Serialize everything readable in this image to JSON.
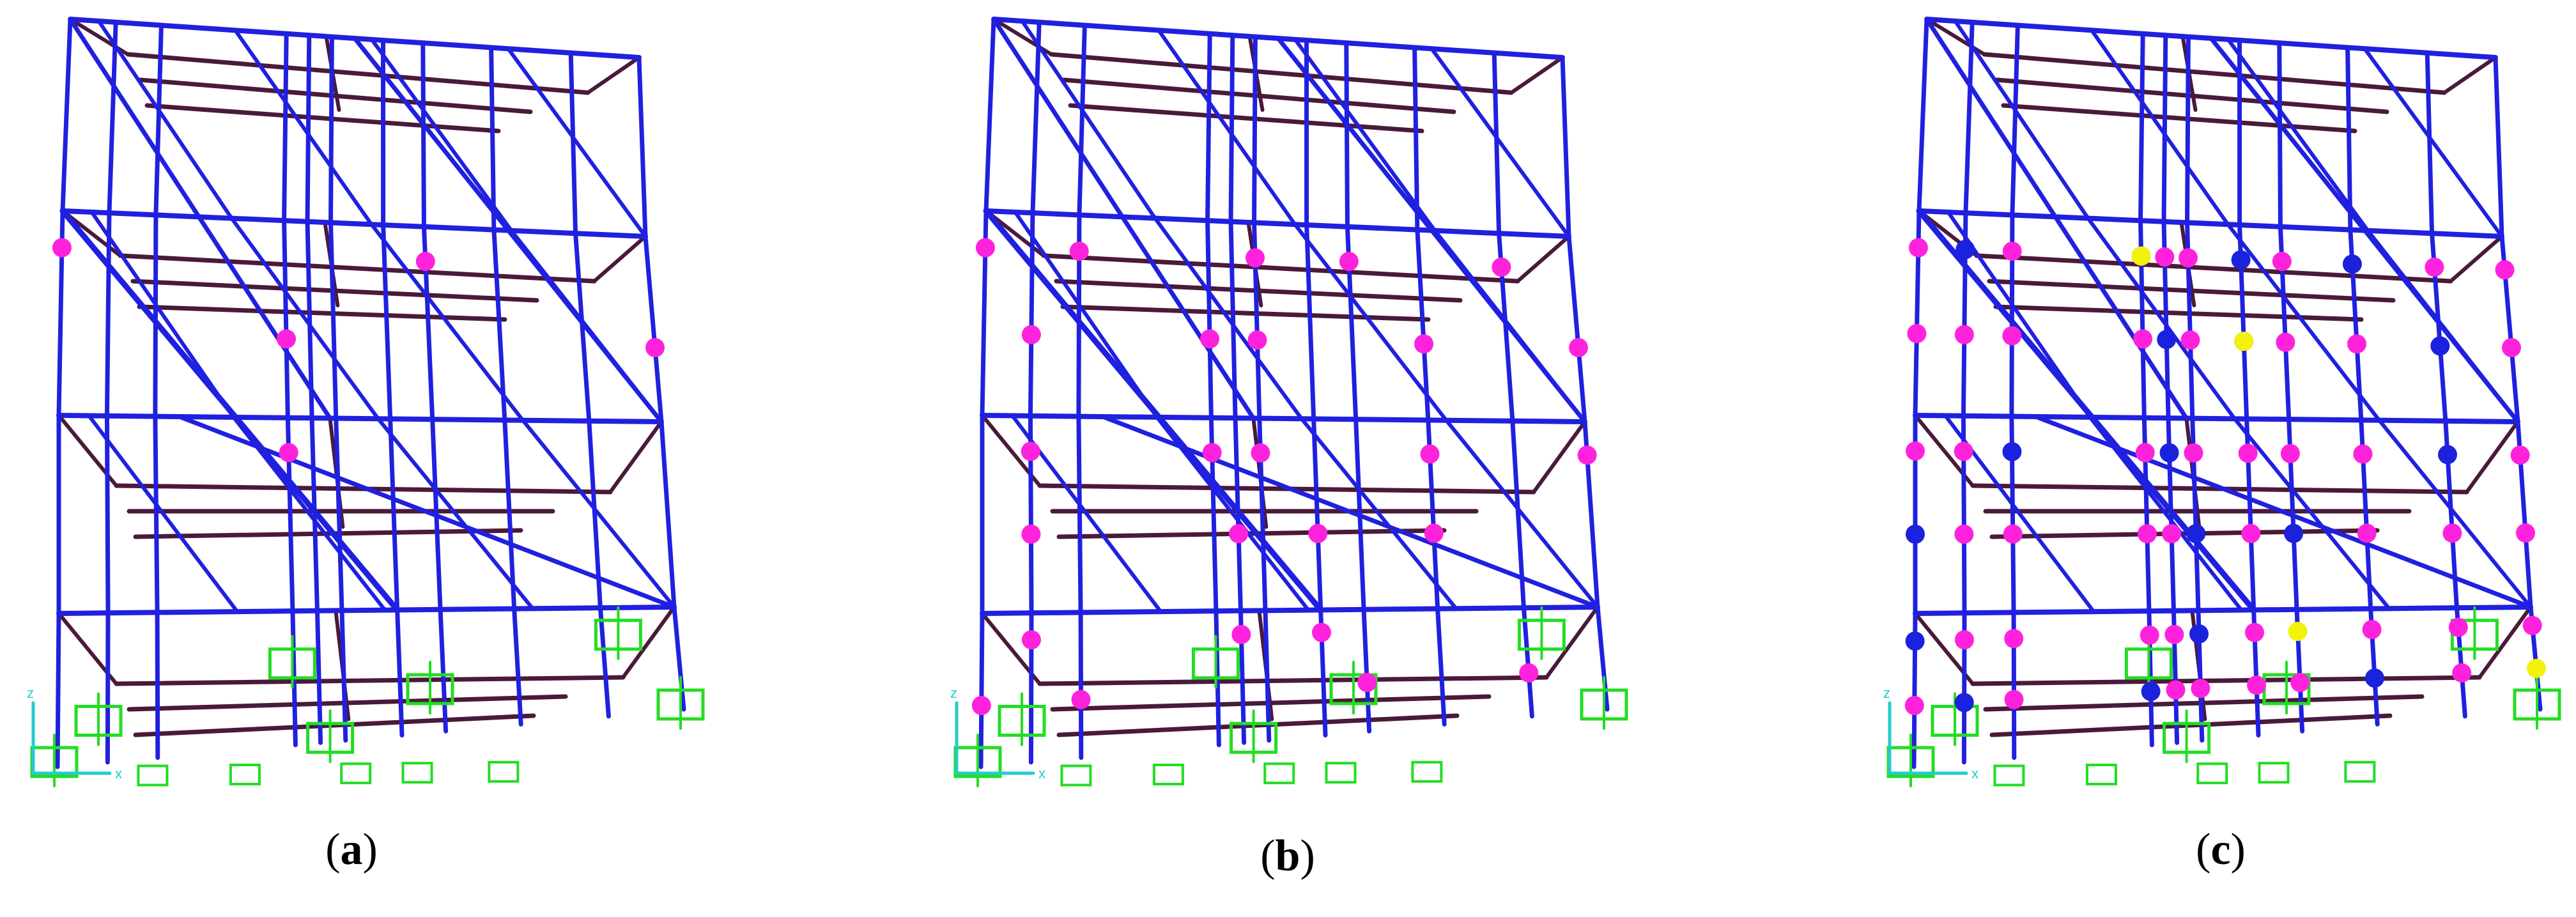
{
  "panels": [
    {
      "caption_open": "(",
      "caption_letter": "a",
      "caption_close": ")",
      "hinges": {
        "magenta": 5,
        "blue": 0,
        "yellow": 0
      }
    },
    {
      "caption_open": "(",
      "caption_letter": "b",
      "caption_close": ")",
      "hinges": {
        "magenta": 26,
        "blue": 0,
        "yellow": 0
      }
    },
    {
      "caption_open": "(",
      "caption_letter": "c",
      "caption_close": ")",
      "hinges": {
        "magenta": 48,
        "blue": 16,
        "yellow": 4
      }
    }
  ],
  "axis_labels": {
    "vertical": "z",
    "horizontal": "x"
  },
  "colors": {
    "frame": "#2020e0",
    "beam": "#4a1a3a",
    "support": "#22dd22",
    "hinge_magenta": "#ff22dd",
    "hinge_blue": "#1a22dd",
    "hinge_yellow": "#f2f20a",
    "axis": "#22cccc",
    "background": "#ffffff"
  }
}
